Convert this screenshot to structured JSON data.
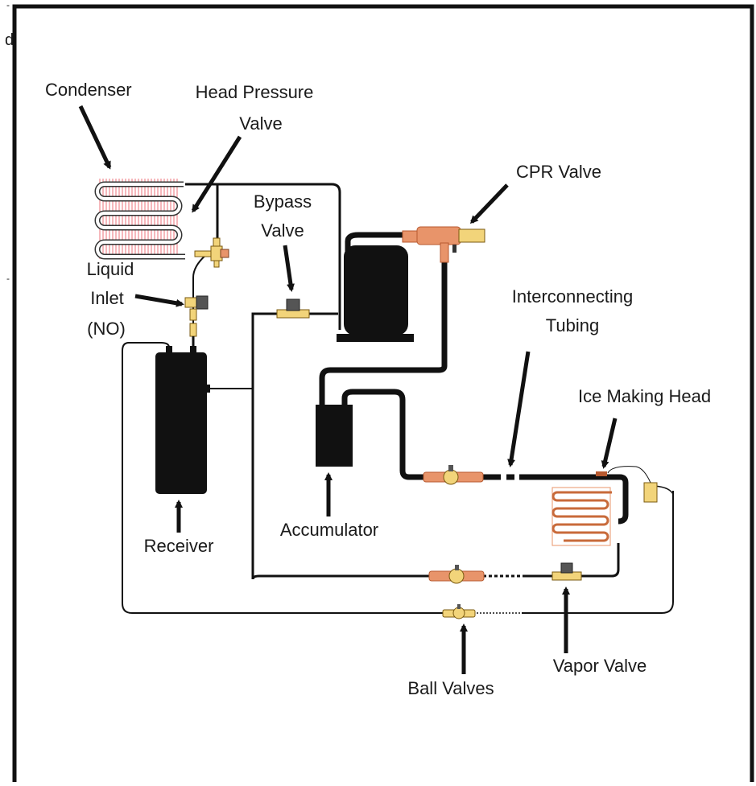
{
  "labels": {
    "condenser": "Condenser",
    "head_pressure_1": "Head Pressure",
    "head_pressure_2": "Valve",
    "cpr_valve": "CPR Valve",
    "bypass_1": "Bypass",
    "bypass_2": "Valve",
    "liquid_1": "Liquid",
    "liquid_2": "Inlet",
    "liquid_3": "(NO)",
    "interconnecting_1": "Interconnecting",
    "interconnecting_2": "Tubing",
    "ice_making_head": "Ice Making Head",
    "receiver": "Receiver",
    "accumulator": "Accumulator",
    "vapor_valve": "Vapor Valve",
    "ball_valves": "Ball Valves"
  },
  "edge_marks": {
    "mark_1": "d"
  },
  "colors": {
    "line": "#111111",
    "copper": "#e8946a",
    "copper_dark": "#b85a30",
    "brass": "#f2d47a",
    "coil_fin": "#e8505a",
    "solenoid": "#555555"
  }
}
